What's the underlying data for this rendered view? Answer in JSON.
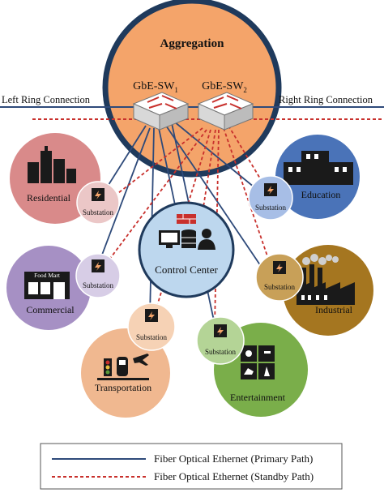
{
  "aggregation": {
    "title": "Aggregation",
    "switch1": {
      "base": "GbE-SW",
      "sub": "1"
    },
    "switch2": {
      "base": "GbE-SW",
      "sub": "2"
    }
  },
  "ring": {
    "left": "Left Ring Connection",
    "right": "Right Ring Connection"
  },
  "control_center": "Control Center",
  "substation_label": "Substation",
  "zones": {
    "residential": "Residential",
    "education": "Education",
    "commercial": "Commercial",
    "industrial": "Industrial",
    "transportation": "Transportation",
    "entertainment": "Entertainment"
  },
  "shop_sign": "Food Mart",
  "legend": {
    "primary": "Fiber Optical Ethernet (Primary Path)",
    "standby": "Fiber Optical Ethernet (Standby Path)"
  },
  "colors": {
    "aggregation_fill": "#F4A46A",
    "aggregation_ring": "#1F3A5C",
    "primary_line": "#2E4A7A",
    "standby_line": "#C8302C",
    "residential": "#D98A8A",
    "education": "#4A73B8",
    "commercial": "#A690C4",
    "industrial": "#A57620",
    "transportation": "#F0B890",
    "entertainment": "#7AAE4A",
    "control_center": "#BDD7EE"
  }
}
